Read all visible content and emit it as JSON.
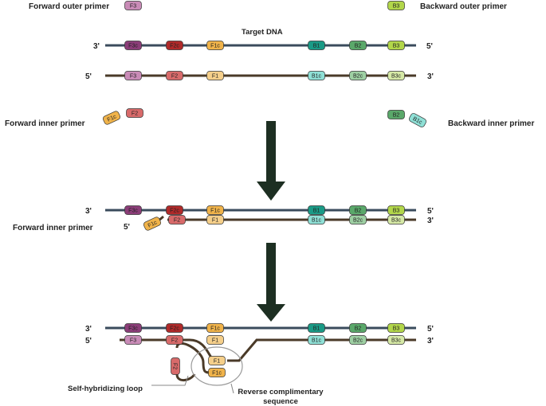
{
  "labels": {
    "forward_outer": "Forward outer primer",
    "backward_outer": "Backward outer primer",
    "target": "Target DNA",
    "forward_inner_1": "Forward inner primer",
    "backward_inner": "Backward inner primer",
    "forward_inner_2": "Forward inner primer",
    "loop": "Self-hybridizing loop",
    "reverse_line1": "Reverse complimentary",
    "reverse_line2": "sequence"
  },
  "ends": {
    "three": "3'",
    "five": "5'"
  },
  "segments": {
    "F3": "F3",
    "F2": "F2",
    "F1": "F1",
    "F1c": "F1c",
    "F2c": "F2c",
    "F3c": "F3c",
    "B1": "B1",
    "B2": "B2",
    "B3": "B3",
    "B1c": "B1c",
    "B2c": "B2c",
    "B3c": "B3c"
  },
  "colors": {
    "F3": "#c98bb7",
    "F3c": "#8b3d78",
    "F2": "#d86a6a",
    "F2c": "#b02a2a",
    "F1": "#f5cf8a",
    "F1c": "#f0b34a",
    "B1": "#1a9a86",
    "B1c": "#8fe0d6",
    "B2": "#5aa86a",
    "B2c": "#9ed0a3",
    "B3": "#b2d64a",
    "B3c": "#d6e9a6",
    "strand_top": "#3a4b5c",
    "strand_bottom": "#4a3a28",
    "arrow": "#1d2f22"
  }
}
